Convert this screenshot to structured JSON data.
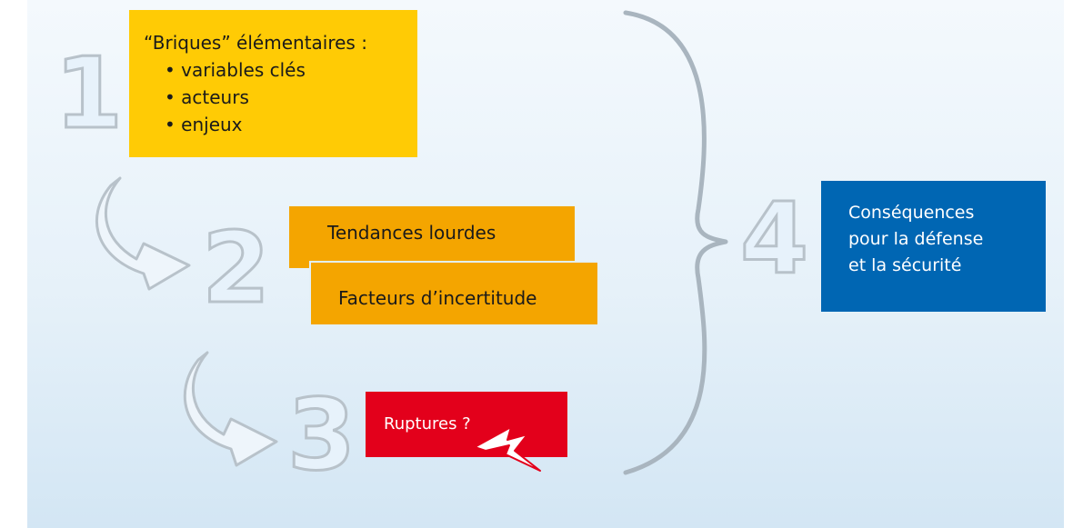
{
  "steps": {
    "step1": {
      "number": "1",
      "title": "“Briques” élémentaires :",
      "items": [
        "• variables clés",
        "• acteurs",
        "• enjeux"
      ]
    },
    "step2": {
      "number": "2",
      "label_a": "Tendances lourdes",
      "label_b": "Facteurs d’incertitude"
    },
    "step3": {
      "number": "3",
      "label": "Ruptures ?"
    },
    "step4": {
      "number": "4",
      "lines": [
        "Conséquences",
        "pour la défense",
        "et la sécurité"
      ]
    }
  },
  "colors": {
    "yellow": "#ffcb05",
    "orange": "#f4a500",
    "red": "#e3001b",
    "blue": "#0066b3"
  },
  "icons": {
    "arrow_1_to_2": "curved-arrow-icon",
    "arrow_2_to_3": "curved-arrow-icon",
    "lightning": "lightning-icon",
    "brace": "curly-brace-icon"
  }
}
